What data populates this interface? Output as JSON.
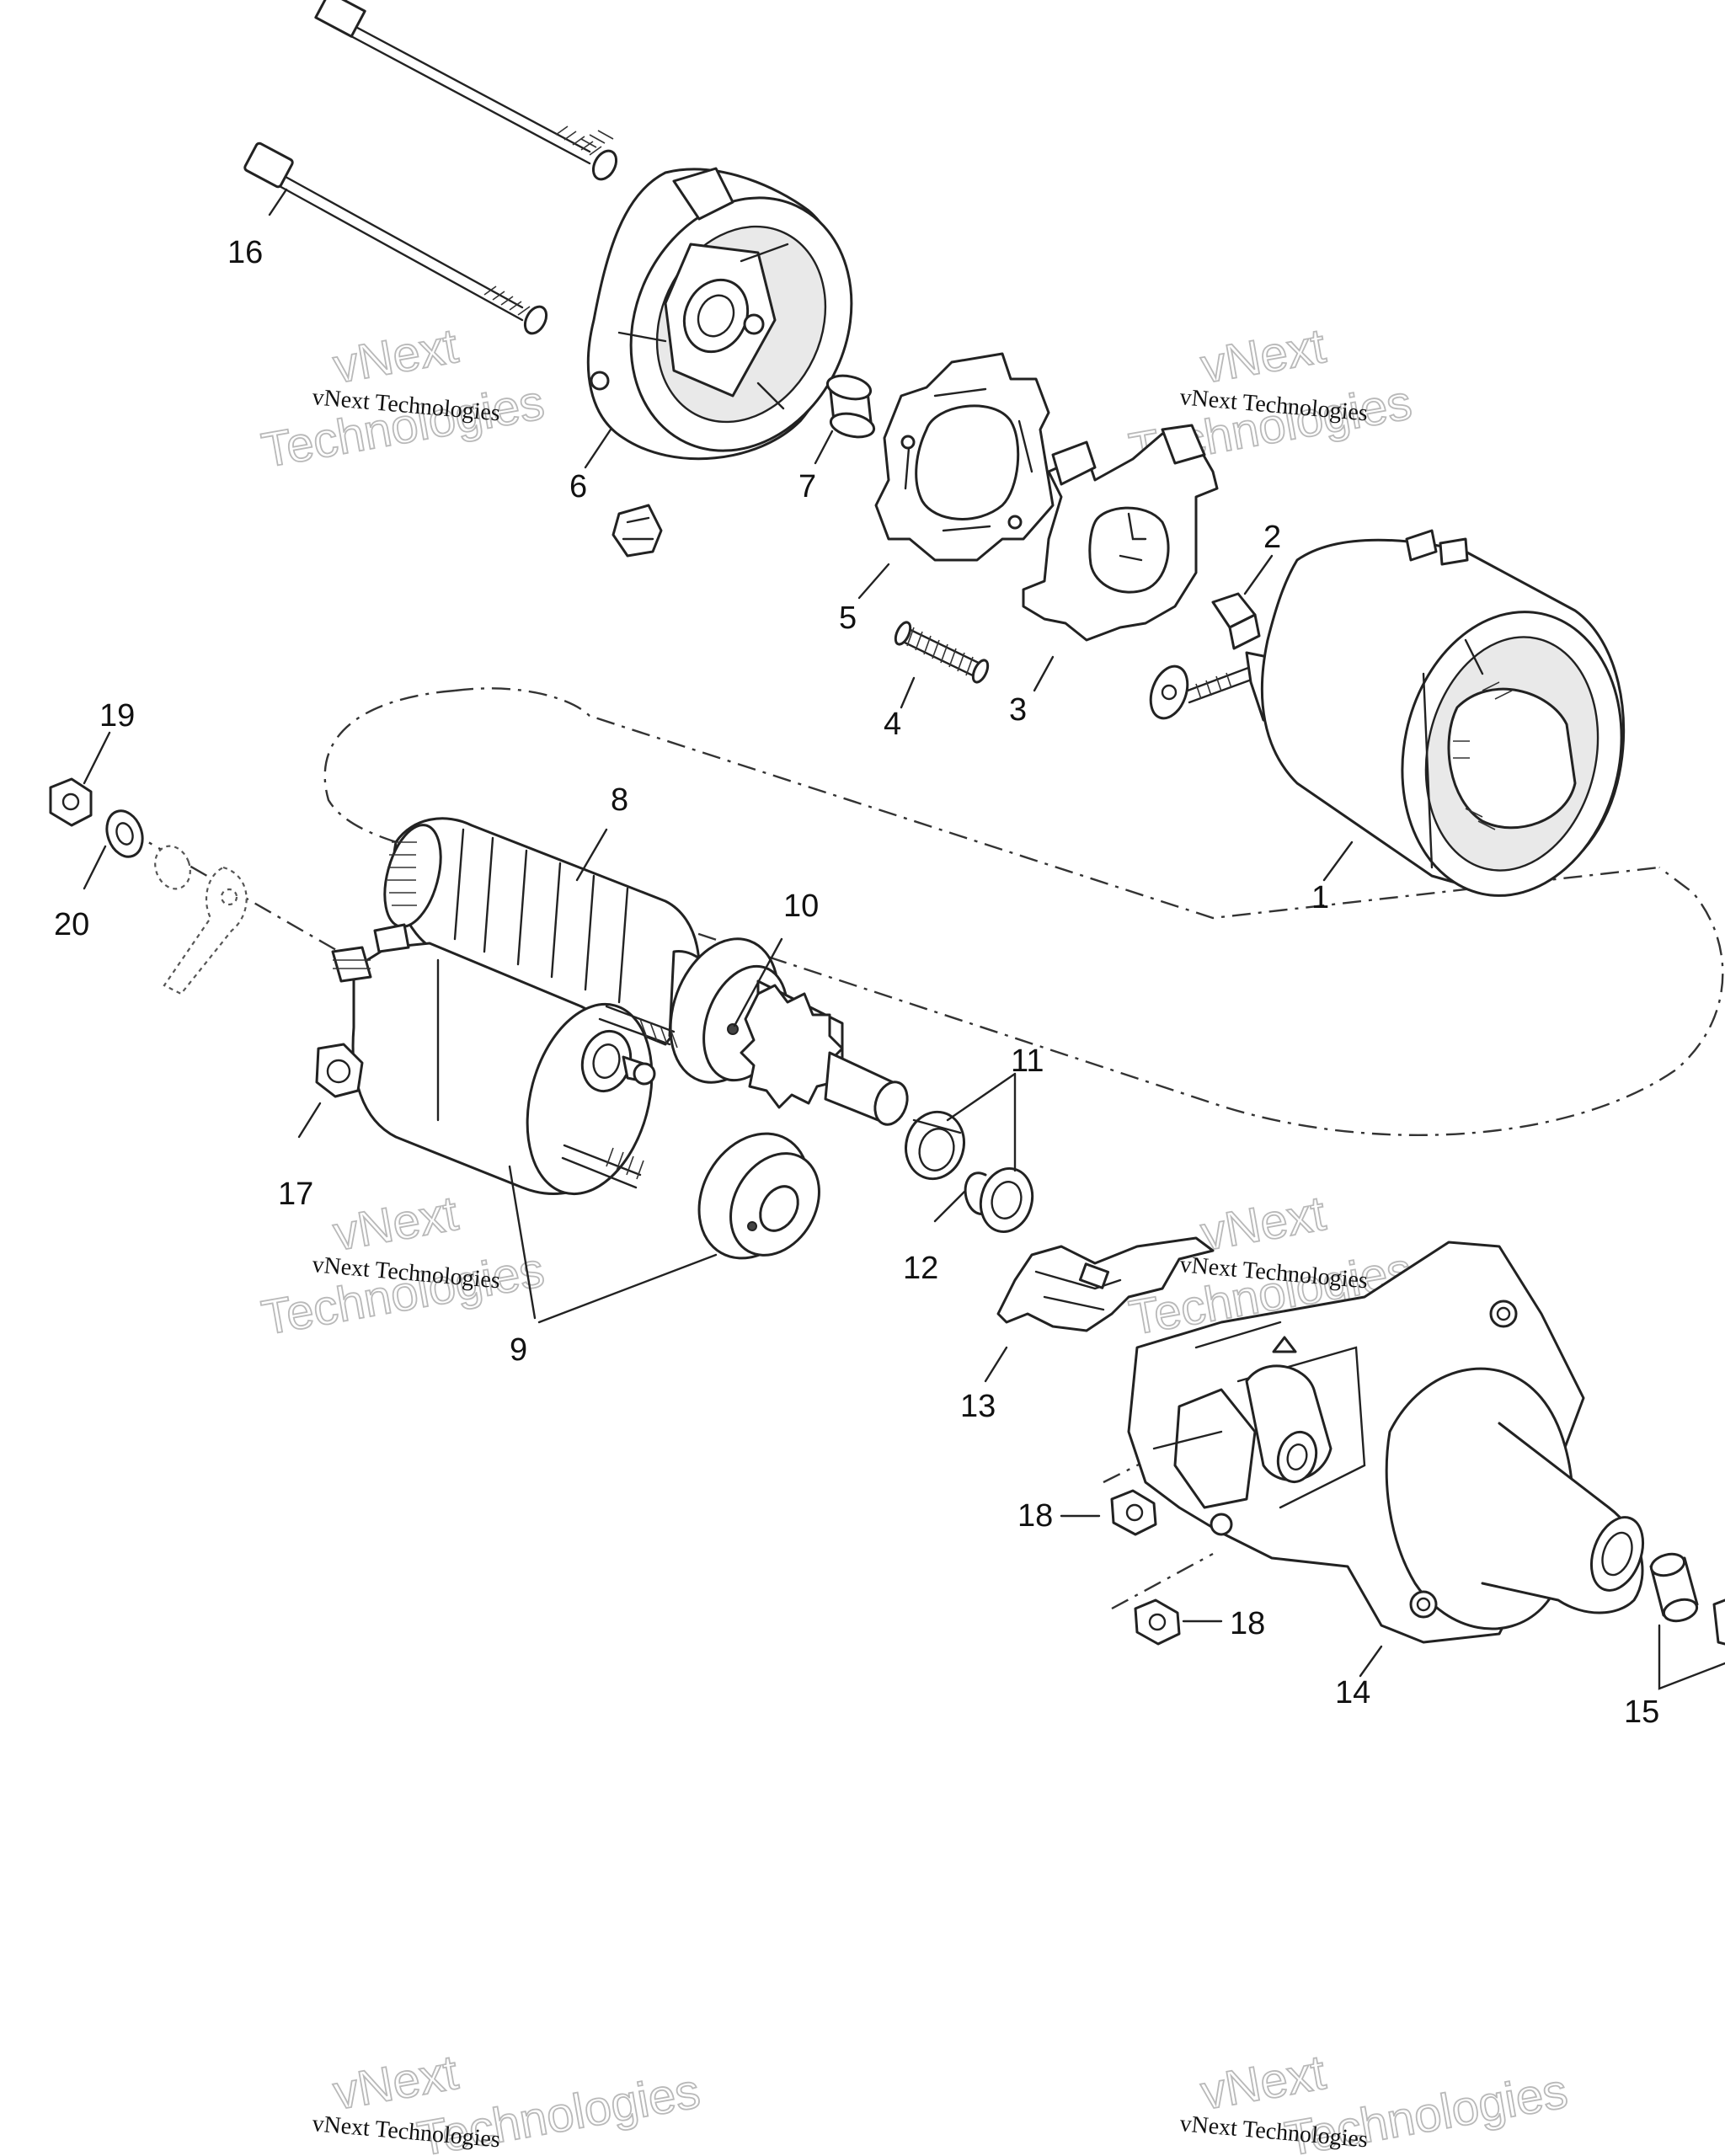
{
  "callouts": {
    "c1": "1",
    "c2": "2",
    "c3": "3",
    "c4": "4",
    "c5": "5",
    "c6": "6",
    "c7": "7",
    "c8": "8",
    "c9": "9",
    "c10": "10",
    "c11": "11",
    "c12": "12",
    "c13": "13",
    "c14": "14",
    "c15": "15",
    "c16": "16",
    "c17": "17",
    "c18a": "18",
    "c18b": "18",
    "c19": "19",
    "c20": "20"
  },
  "watermark": {
    "line": "vNext Technologies",
    "big_top": "vNext",
    "big_bottom": "Technologies"
  }
}
